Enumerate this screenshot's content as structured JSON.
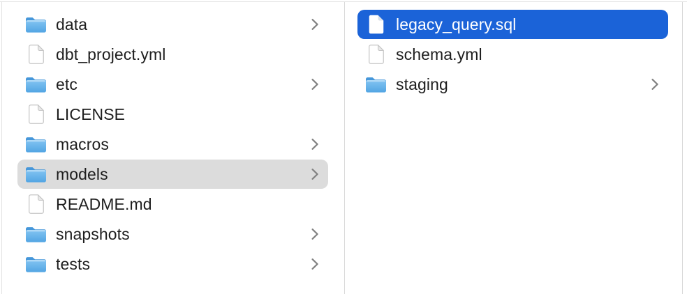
{
  "app": "finder-column-browser",
  "colors": {
    "selection_blue": "#1b63d8",
    "selection_gray": "#dcdcdc",
    "divider": "#d9d9d9",
    "divider_soft": "#e2e2e2",
    "text": "#1e1e1e",
    "selected_text": "#ffffff",
    "chevron": "#818181",
    "folder_tab": "#4697da",
    "folder_body_top": "#9ed1f5",
    "folder_body_mid": "#7cc0f0",
    "folder_body_bottom": "#52a5e3",
    "doc_border": "#c6c6c6",
    "doc_fold": "#e9e9e9",
    "doc_fold_selected": "#d9e0ea"
  },
  "columns": [
    {
      "name": "left",
      "items": [
        {
          "label": "data",
          "type": "folder",
          "icon": "folder-icon",
          "chevron": true,
          "selected": "none"
        },
        {
          "label": "dbt_project.yml",
          "type": "document",
          "icon": "document-icon",
          "chevron": false,
          "selected": "none"
        },
        {
          "label": "etc",
          "type": "folder",
          "icon": "folder-icon",
          "chevron": true,
          "selected": "none"
        },
        {
          "label": "LICENSE",
          "type": "document",
          "icon": "document-icon",
          "chevron": false,
          "selected": "none"
        },
        {
          "label": "macros",
          "type": "folder",
          "icon": "folder-icon",
          "chevron": true,
          "selected": "none"
        },
        {
          "label": "models",
          "type": "folder",
          "icon": "folder-icon",
          "chevron": true,
          "selected": "inactive"
        },
        {
          "label": "README.md",
          "type": "document",
          "icon": "document-icon",
          "chevron": false,
          "selected": "none"
        },
        {
          "label": "snapshots",
          "type": "folder",
          "icon": "folder-icon",
          "chevron": true,
          "selected": "none"
        },
        {
          "label": "tests",
          "type": "folder",
          "icon": "folder-icon",
          "chevron": true,
          "selected": "none"
        }
      ]
    },
    {
      "name": "right",
      "items": [
        {
          "label": "legacy_query.sql",
          "type": "document",
          "icon": "document-icon",
          "chevron": false,
          "selected": "active"
        },
        {
          "label": "schema.yml",
          "type": "document",
          "icon": "document-icon",
          "chevron": false,
          "selected": "none"
        },
        {
          "label": "staging",
          "type": "folder",
          "icon": "folder-icon",
          "chevron": true,
          "selected": "none"
        }
      ]
    }
  ]
}
